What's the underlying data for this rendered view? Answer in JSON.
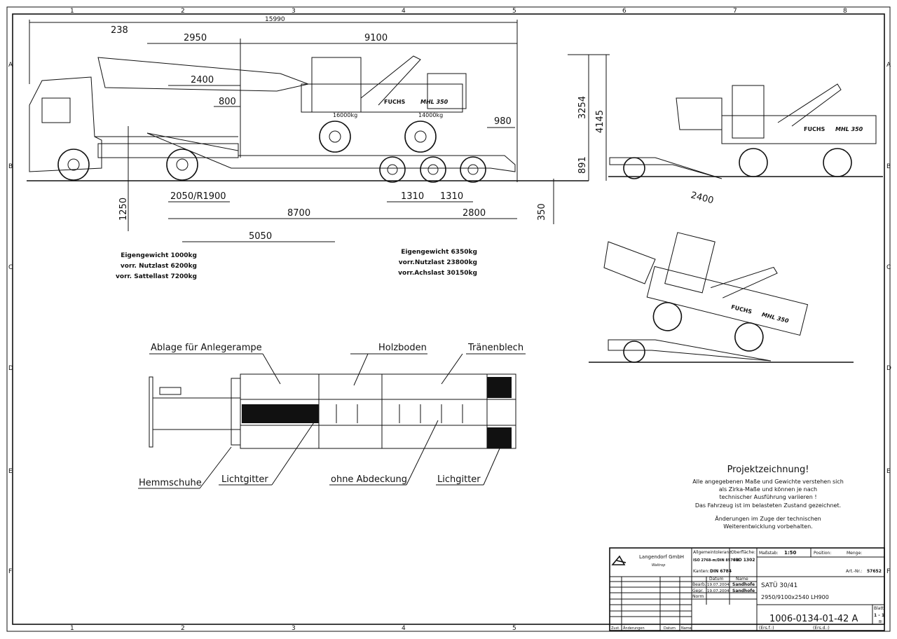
{
  "frame": {
    "columns": [
      "1",
      "2",
      "3",
      "4",
      "5",
      "6",
      "7",
      "8"
    ],
    "rows": [
      "A",
      "B",
      "C",
      "D",
      "E",
      "F"
    ]
  },
  "dimensions": {
    "overall": "15990",
    "d238": "238",
    "d2950": "2950",
    "d9100": "9100",
    "d2400": "2400",
    "d800": "800",
    "d980": "980",
    "d3254": "3254",
    "d4145": "4145",
    "d891": "891",
    "d1250": "1250",
    "d2050": "2050/R1900",
    "d1310a": "1310",
    "d1310b": "1310",
    "d8700": "8700",
    "d2800": "2800",
    "d350": "350",
    "d5050": "5050",
    "d2400ramp": "2400",
    "load1": "16000kg",
    "load2": "14000kg"
  },
  "machine": {
    "brand": "FUCHS",
    "model": "MHL 350"
  },
  "tractor_weights": [
    "Eigengewicht 1000kg",
    "vorr. Nutzlast 6200kg",
    "vorr. Sattellast 7200kg"
  ],
  "trailer_weights": [
    "Eigengewicht 6350kg",
    "vorr.Nutzlast 23800kg",
    "vorr.Achslast 30150kg"
  ],
  "plan_labels": {
    "ablage": "Ablage für Anlegerampe",
    "holzboden": "Holzboden",
    "traenenblech": "Tränenblech",
    "hemmschuhe": "Hemmschuhe",
    "lichtgitter1": "Lichtgitter",
    "ohne": "ohne Abdeckung",
    "lichtgitter2": "Lichgitter"
  },
  "notes": {
    "title": "Projektzeichnung!",
    "lines": [
      "Alle angegebenen Maße und Gewichte verstehen sich",
      "als Zirka-Maße und können je nach",
      "technischer Ausführung variieren !",
      "Das Fahrzeug ist im belasteten Zustand gezeichnet.",
      "Änderungen im Zuge der technischen",
      "Weiterentwicklung vorbehalten."
    ]
  },
  "title_block": {
    "company": "Langendorf GmbH",
    "city": "Waltrop",
    "tolerance_label": "Allgemeintoleranz:",
    "tolerance": "ISO 2768-m/DIN 8570-B",
    "edges_label": "Kanten:",
    "edges": "DIN 6784",
    "surface_label": "Oberfläche:",
    "surface": "ISO 1302",
    "scale_label": "Maßstab:",
    "scale": "1:50",
    "position_label": "Position:",
    "quantity_label": "Menge:",
    "art_label": "Art.-Nr.:",
    "art": "57652",
    "date_header": "Datum",
    "name_header": "Name",
    "rows": [
      {
        "role": "Bearb.",
        "date": "19.07.2004",
        "name": "Sandhofe"
      },
      {
        "role": "Gepr.",
        "date": "19.07.2004",
        "name": "Sandhofe"
      },
      {
        "role": "Norm",
        "date": "",
        "name": ""
      }
    ],
    "product": "SATÜ 30/41",
    "spec": "2950/9100x2540 LH900",
    "drawing_no": "1006-0134-01-42 A",
    "sheet_label": "Blatt",
    "sheet": "1 - 1",
    "bl": "Bl",
    "rev_headers": [
      "Zust.",
      "Änderungen",
      "Datum",
      "Name"
    ],
    "ers_f": "(Ers.f.:)",
    "ers_d": "(Ers.d.:)"
  }
}
